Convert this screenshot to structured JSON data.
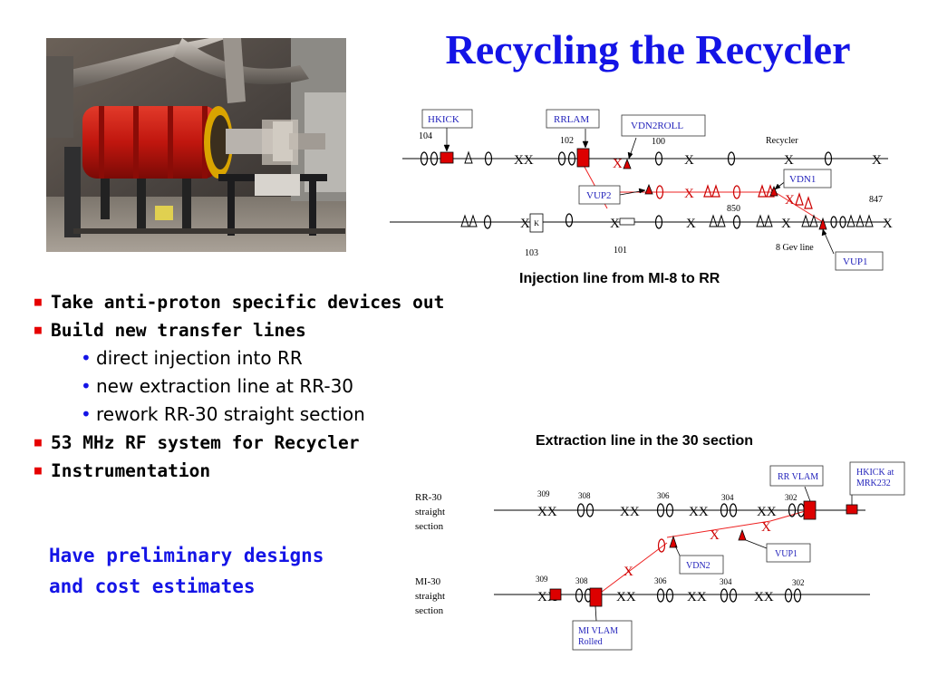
{
  "slide": {
    "title": "Recycling the Recycler"
  },
  "bullets": [
    {
      "level": 1,
      "text": "Take anti-proton specific devices out"
    },
    {
      "level": 1,
      "text": "Build new transfer lines"
    },
    {
      "level": 2,
      "text": "direct injection into RR"
    },
    {
      "level": 2,
      "text": "new extraction line at RR-30"
    },
    {
      "level": 2,
      "text": "rework RR-30 straight section"
    },
    {
      "level": 1,
      "text": "53 MHz RF system for Recycler"
    },
    {
      "level": 1,
      "text": "Instrumentation"
    }
  ],
  "note": {
    "line1": "Have preliminary designs",
    "line2": "and cost estimates"
  },
  "captions": {
    "injection": "Injection line from MI-8 to RR",
    "extraction": "Extraction line in the 30 section"
  },
  "injection_diagram": {
    "boxes": {
      "hkick": "HKICK",
      "rrlam": "RRLAM",
      "vdn2roll": "VDN2ROLL",
      "vdn1": "VDN1",
      "vup2": "VUP2",
      "vup1": "VUP1"
    },
    "labels": {
      "n104": "104",
      "n102": "102",
      "n100": "100",
      "recycler": "Recycler",
      "n847": "847",
      "n850": "850",
      "n103": "103",
      "n101": "101",
      "gev8": "8 Gev line",
      "k": "K"
    }
  },
  "extraction_diagram": {
    "boxes": {
      "rrvlam": "RR VLAM",
      "hkick_l1": "HKICK at",
      "hkick_l2": "MRK232",
      "vup1": "VUP1",
      "vdn2": "VDN2",
      "mivlam_l1": "MI VLAM",
      "mivlam_l2": "Rolled"
    },
    "labels": {
      "rr30_l1": "RR-30",
      "rr30_l2": "straight",
      "rr30_l3": "section",
      "mi30_l1": "MI-30",
      "mi30_l2": "straight",
      "mi30_l3": "section",
      "top": [
        "309",
        "308",
        "306",
        "304",
        "302"
      ],
      "bottom": [
        "309",
        "308",
        "306",
        "304",
        "302"
      ]
    }
  },
  "colors": {
    "title": "#1414e6",
    "note": "#1414e6",
    "bullet_mark_l1": "#e60000",
    "bullet_mark_l2": "#1414e6",
    "device_red": "#dd0000",
    "diagram_box_text": "#2222bb"
  }
}
